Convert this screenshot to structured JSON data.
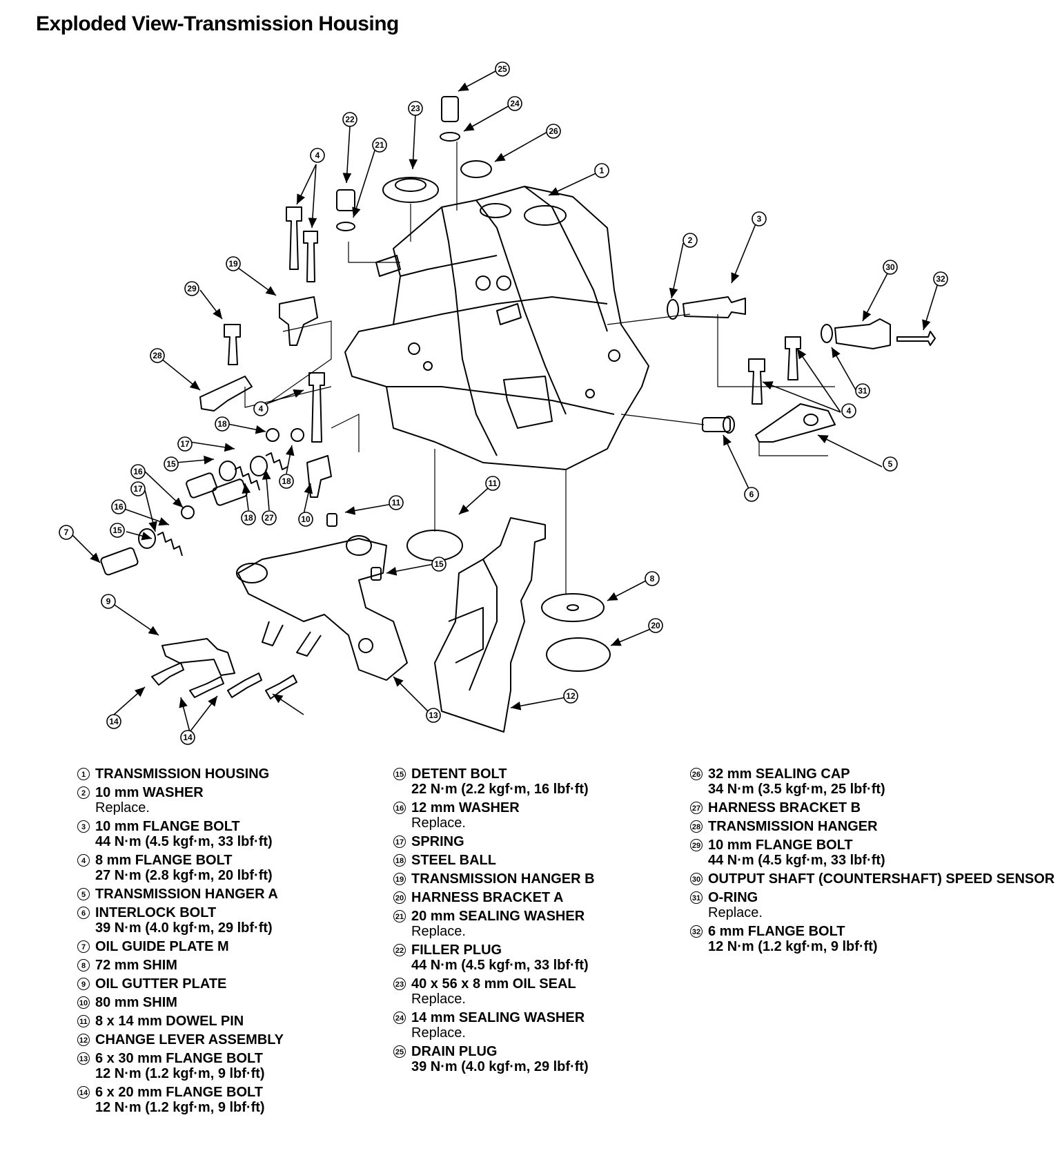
{
  "title": "Exploded View-Transmission Housing",
  "legend": [
    [
      {
        "n": "1",
        "name": "TRANSMISSION HOUSING",
        "spec": ""
      },
      {
        "n": "2",
        "name": "10 mm WASHER",
        "spec": "Replace."
      },
      {
        "n": "3",
        "name": "10 mm FLANGE BOLT",
        "spec": "44 N·m (4.5 kgf·m, 33 lbf·ft)"
      },
      {
        "n": "4",
        "name": "8 mm FLANGE BOLT",
        "spec": "27 N·m (2.8 kgf·m, 20 lbf·ft)"
      },
      {
        "n": "5",
        "name": "TRANSMISSION HANGER A",
        "spec": ""
      },
      {
        "n": "6",
        "name": "INTERLOCK BOLT",
        "spec": "39 N·m (4.0 kgf·m, 29 lbf·ft)"
      },
      {
        "n": "7",
        "name": "OIL GUIDE PLATE M",
        "spec": ""
      },
      {
        "n": "8",
        "name": "72 mm SHIM",
        "spec": ""
      },
      {
        "n": "9",
        "name": "OIL GUTTER PLATE",
        "spec": ""
      },
      {
        "n": "10",
        "name": "80 mm SHIM",
        "spec": ""
      },
      {
        "n": "11",
        "name": "8 x 14 mm DOWEL PIN",
        "spec": ""
      },
      {
        "n": "12",
        "name": "CHANGE LEVER ASSEMBLY",
        "spec": ""
      },
      {
        "n": "13",
        "name": "6 x 30 mm FLANGE BOLT",
        "spec": "12 N·m (1.2 kgf·m, 9 lbf·ft)"
      },
      {
        "n": "14",
        "name": "6 x 20 mm FLANGE BOLT",
        "spec": "12 N·m (1.2 kgf·m, 9 lbf·ft)"
      }
    ],
    [
      {
        "n": "15",
        "name": "DETENT BOLT",
        "spec": "22 N·m (2.2 kgf·m, 16 lbf·ft)"
      },
      {
        "n": "16",
        "name": "12 mm WASHER",
        "spec": "Replace."
      },
      {
        "n": "17",
        "name": "SPRING",
        "spec": ""
      },
      {
        "n": "18",
        "name": "STEEL BALL",
        "spec": ""
      },
      {
        "n": "19",
        "name": "TRANSMISSION HANGER B",
        "spec": ""
      },
      {
        "n": "20",
        "name": "HARNESS BRACKET A",
        "spec": ""
      },
      {
        "n": "21",
        "name": "20 mm SEALING WASHER",
        "spec": "Replace."
      },
      {
        "n": "22",
        "name": "FILLER PLUG",
        "spec": "44 N·m (4.5 kgf·m, 33 lbf·ft)"
      },
      {
        "n": "23",
        "name": "40 x 56 x 8 mm OIL SEAL",
        "spec": "Replace."
      },
      {
        "n": "24",
        "name": "14 mm SEALING WASHER",
        "spec": "Replace."
      },
      {
        "n": "25",
        "name": "DRAIN PLUG",
        "spec": "39 N·m (4.0 kgf·m, 29 lbf·ft)"
      }
    ],
    [
      {
        "n": "26",
        "name": "32 mm SEALING CAP",
        "spec": "34 N·m (3.5 kgf·m, 25 lbf·ft)"
      },
      {
        "n": "27",
        "name": "HARNESS BRACKET B",
        "spec": ""
      },
      {
        "n": "28",
        "name": "TRANSMISSION HANGER",
        "spec": ""
      },
      {
        "n": "29",
        "name": "10 mm FLANGE BOLT",
        "spec": "44 N·m (4.5 kgf·m, 33 lbf·ft)"
      },
      {
        "n": "30",
        "name": "OUTPUT SHAFT (COUNTERSHAFT) SPEED SENSOR",
        "spec": ""
      },
      {
        "n": "31",
        "name": "O-RING",
        "spec": "Replace."
      },
      {
        "n": "32",
        "name": "6 mm FLANGE BOLT",
        "spec": "12 N·m (1.2 kgf·m, 9 lbf·ft)"
      }
    ]
  ],
  "callouts": [
    "25",
    "24",
    "26",
    "23",
    "22",
    "21",
    "1",
    "4",
    "3",
    "2",
    "30",
    "32",
    "19",
    "29",
    "28",
    "4",
    "31",
    "4",
    "5",
    "6",
    "18",
    "17",
    "15",
    "18",
    "16",
    "17",
    "18",
    "27",
    "10",
    "11",
    "11",
    "15",
    "16",
    "15",
    "7",
    "8",
    "20",
    "9",
    "12",
    "13",
    "14",
    "14"
  ]
}
